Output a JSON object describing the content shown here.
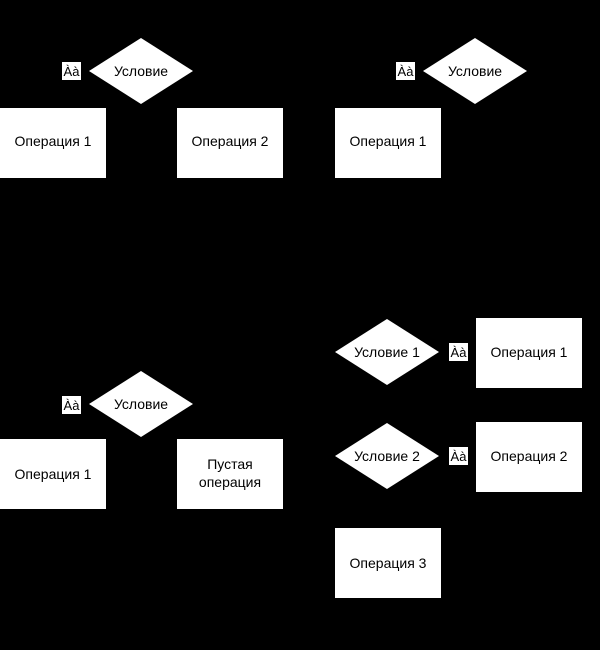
{
  "colors": {
    "background": "#000000",
    "shape_fill": "#ffffff",
    "text": "#000000",
    "tag_fill": "#ffffff"
  },
  "diagram_a": {
    "tag": "Àà",
    "condition": "Условие",
    "op_left": "Операция 1",
    "op_right": "Операция 2"
  },
  "diagram_b": {
    "tag": "Àà",
    "condition": "Условие",
    "op_left": "Операция 1"
  },
  "diagram_c": {
    "tag": "Àà",
    "condition": "Условие",
    "op_left": "Операция 1",
    "op_right_line1": "Пустая",
    "op_right_line2": "операция"
  },
  "diagram_d": {
    "condition_1": "Условие 1",
    "tag_1": "Àà",
    "op_1": "Операция 1",
    "condition_2": "Условие 2",
    "tag_2": "Àà",
    "op_2": "Операция 2",
    "op_3": "Операция 3"
  }
}
